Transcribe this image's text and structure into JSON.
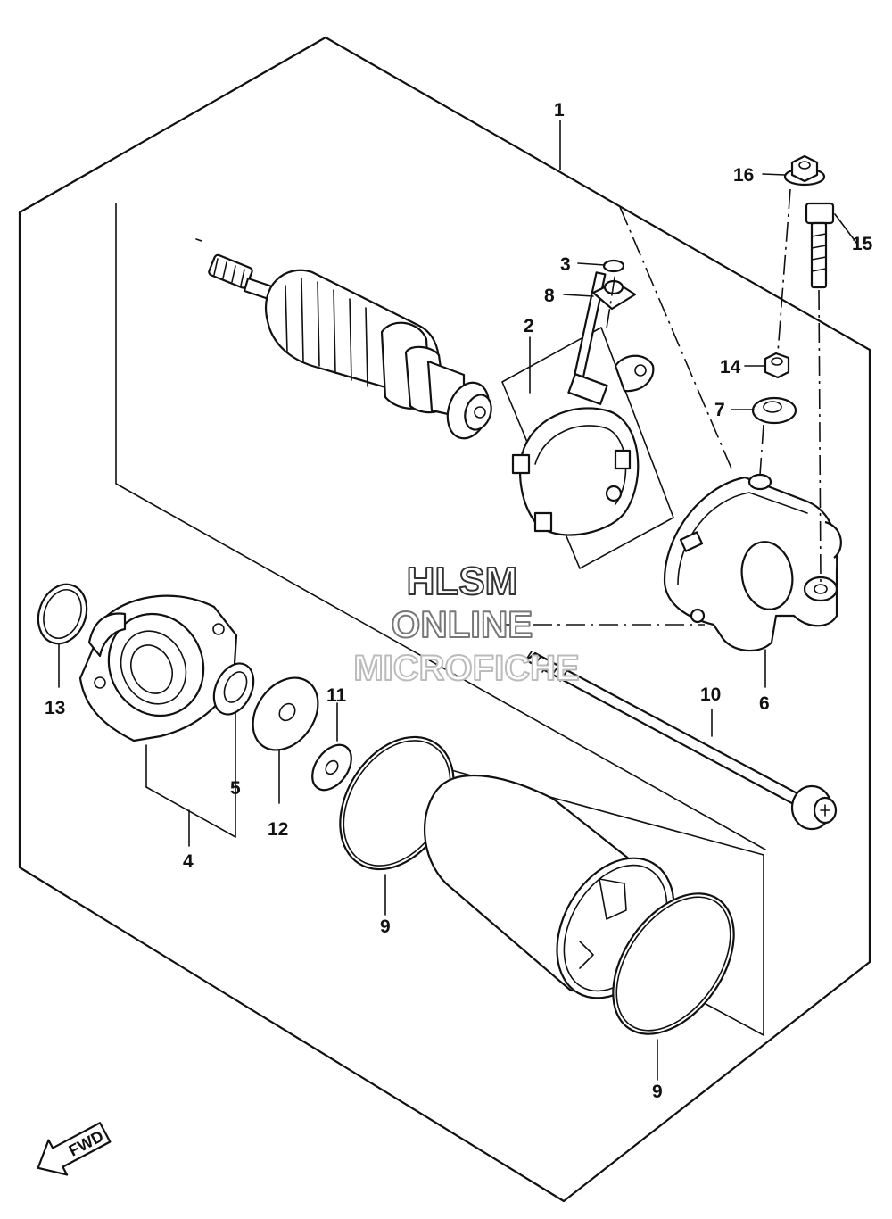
{
  "callouts": {
    "c1": "1",
    "c2": "2",
    "c3": "3",
    "c4": "4",
    "c5": "5",
    "c6": "6",
    "c7": "7",
    "c8": "8",
    "c9a": "9",
    "c9b": "9",
    "c10": "10",
    "c11": "11",
    "c12": "12",
    "c13": "13",
    "c14": "14",
    "c15": "15",
    "c16": "16"
  },
  "watermark": {
    "line1": "HLSM",
    "line2": "ONLINE",
    "line3": "MICROFICHE"
  },
  "direction_arrow": {
    "label": "FWD"
  }
}
